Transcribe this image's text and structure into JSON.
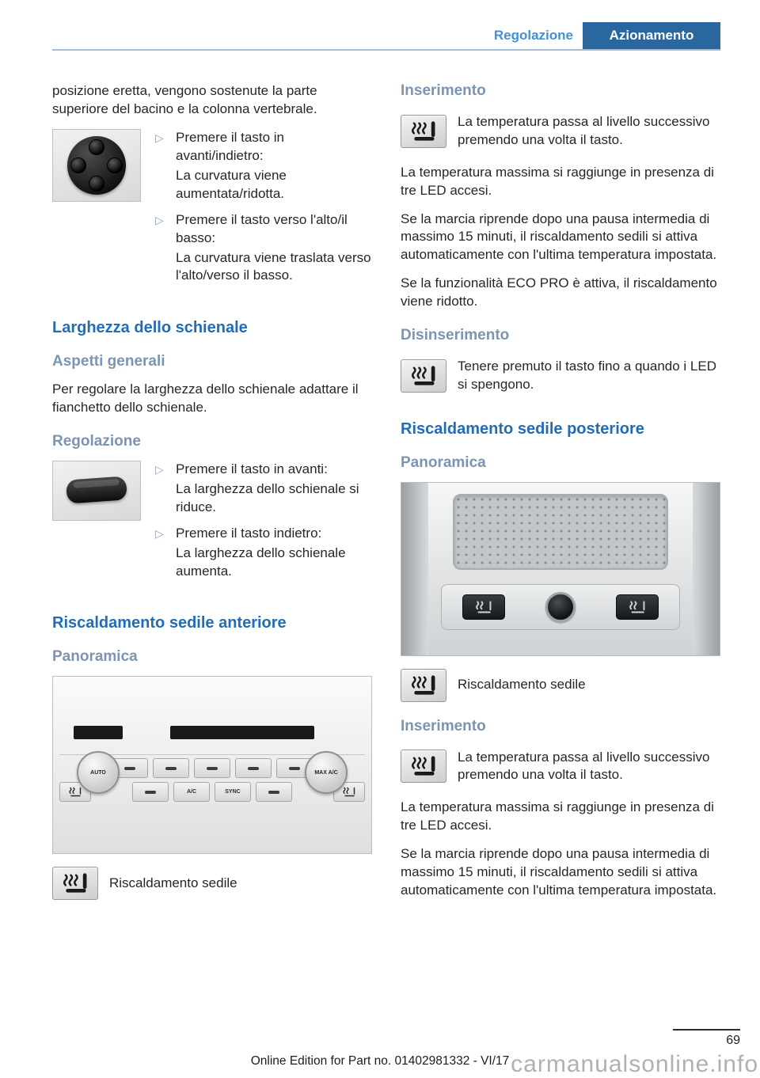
{
  "colors": {
    "heading_primary_blue": "#1f6db8",
    "heading_secondary_blue": "#7b94b2",
    "header_tab_background": "#2a679f",
    "header_link_blue": "#4190d9"
  },
  "header": {
    "section_label": "Regolazione",
    "chapter_label": "Azionamento"
  },
  "left_column": {
    "intro_paragraph": "posizione eretta, vengono sostenute la parte superiore del bacino e la colonna vertebrale.",
    "lumbar_steps": [
      {
        "action": "Premere il tasto in avanti/indietro:",
        "result": "La curvatura viene aumentata/ridotta."
      },
      {
        "action": "Premere il tasto verso l'alto/il basso:",
        "result": "La curvatura viene traslata verso l'alto/verso il basso."
      }
    ],
    "backrest_width": {
      "title": "Larghezza dello schienale",
      "general_heading": "Aspetti generali",
      "general_text": "Per regolare la larghezza dello schienale adattare il fianchetto dello schienale.",
      "adjust_heading": "Regolazione",
      "adjust_steps": [
        {
          "action": "Premere il tasto in avanti:",
          "result": "La larghezza dello schienale si riduce."
        },
        {
          "action": "Premere il tasto indietro:",
          "result": "La larghezza dello schienale aumenta."
        }
      ]
    },
    "front_seat_heating": {
      "title": "Riscaldamento sedile anteriore",
      "overview_heading": "Panoramica",
      "icon_caption": "Riscaldamento sedile"
    }
  },
  "right_column": {
    "activation": {
      "heading": "Inserimento",
      "icon_text": "La temperatura passa al livello successivo premendo una volta il tasto.",
      "paragraphs": [
        "La temperatura massima si raggiunge in presenza di tre LED accesi.",
        "Se la marcia riprende dopo una pausa intermedia di massimo 15 minuti, il riscaldamento sedili si attiva automaticamente con l'ultima temperatura impostata.",
        "Se la funzionalità ECO PRO è attiva, il riscaldamento viene ridotto."
      ]
    },
    "deactivation": {
      "heading": "Disinserimento",
      "icon_text": "Tenere premuto il tasto fino a quando i LED si spengono."
    },
    "rear_seat_heating": {
      "title": "Riscaldamento sedile posteriore",
      "overview_heading": "Panoramica",
      "icon_caption": "Riscaldamento sedile",
      "activation_heading": "Inserimento",
      "activation_icon_text": "La temperatura passa al livello successivo premendo una volta il tasto.",
      "paragraphs": [
        "La temperatura massima si raggiunge in presenza di tre LED accesi.",
        "Se la marcia riprende dopo una pausa intermedia di massimo 15 minuti, il riscaldamento sedili si attiva automaticamente con l'ultima temperatura impostata."
      ]
    }
  },
  "images": {
    "climate_panel": {
      "knob_left_label": "AUTO",
      "knob_right_label": "MAX A/C",
      "ac_label": "A/C",
      "sync_label": "SYNC"
    }
  },
  "footer": {
    "page_number": "69",
    "edition_line": "Online Edition for Part no. 01402981332 - VI/17",
    "watermark": "carmanualsonline.info"
  }
}
